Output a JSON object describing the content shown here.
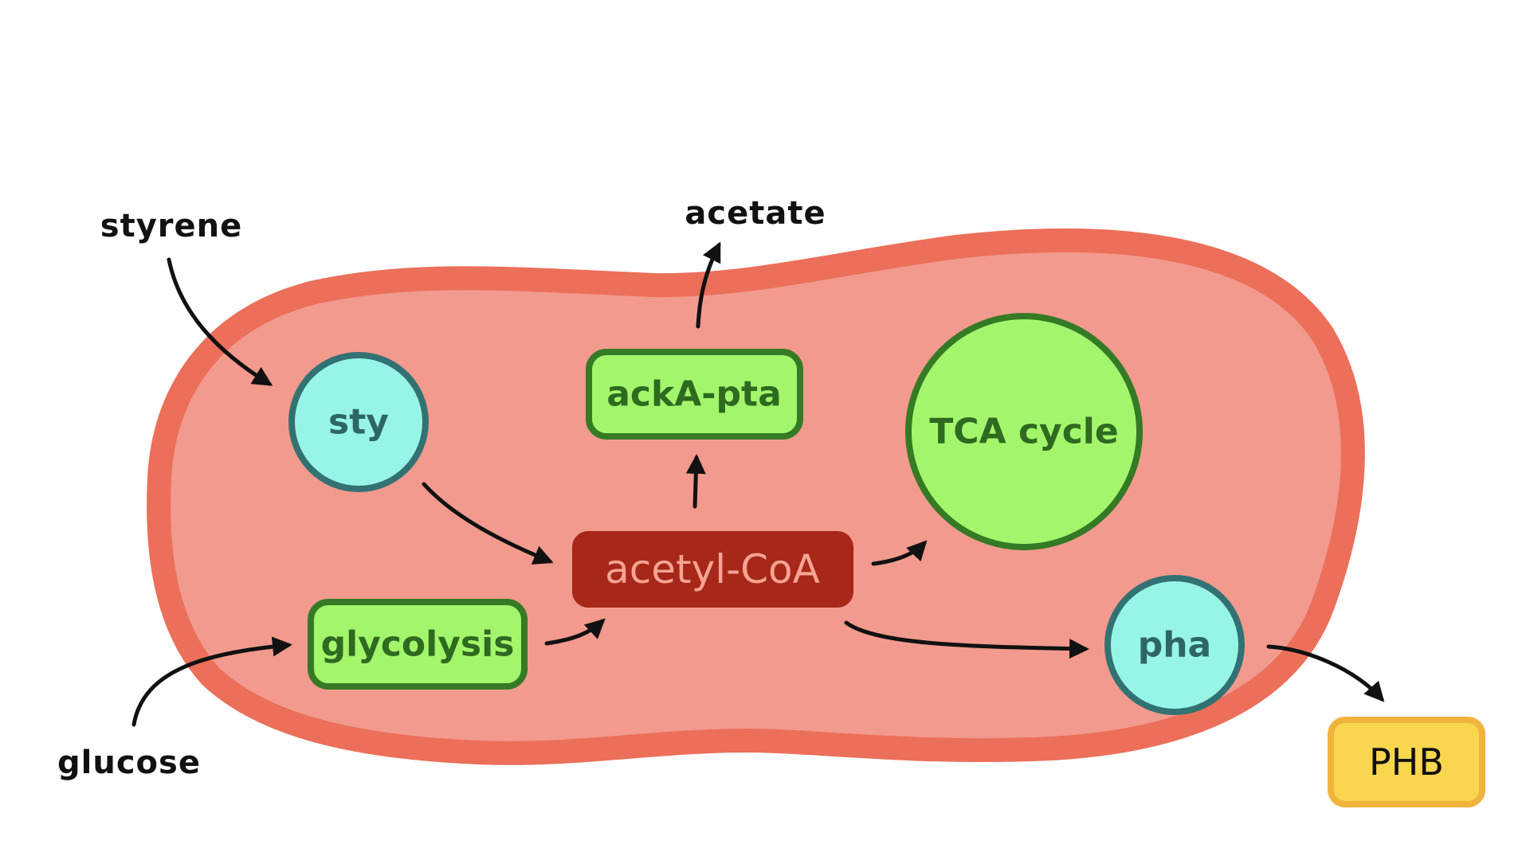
{
  "inputs": {
    "styrene": "styrene",
    "glucose": "glucose"
  },
  "outputs": {
    "acetate": "acetate",
    "phb": "PHB"
  },
  "nodes": {
    "sty": "sty",
    "ackA_pta": "ackA-pta",
    "tca_cycle": "TCA cycle",
    "acetyl_coa": "acetyl-CoA",
    "glycolysis": "glycolysis",
    "pha": "pha"
  },
  "colors": {
    "cell_membrane": "#ec6f5a",
    "cell_interior": "#f29a8d",
    "enzyme_fill": "#a3f66b",
    "enzyme_stroke": "#357a24",
    "enzyme_text": "#2e6a1f",
    "gene_fill": "#97f5e8",
    "gene_stroke": "#337272",
    "gene_text": "#2e6666",
    "hub_fill": "#a72718",
    "hub_text": "#f6a393",
    "product_fill": "#f9d64e",
    "product_stroke": "#f0b33c",
    "arrow": "#111111"
  }
}
